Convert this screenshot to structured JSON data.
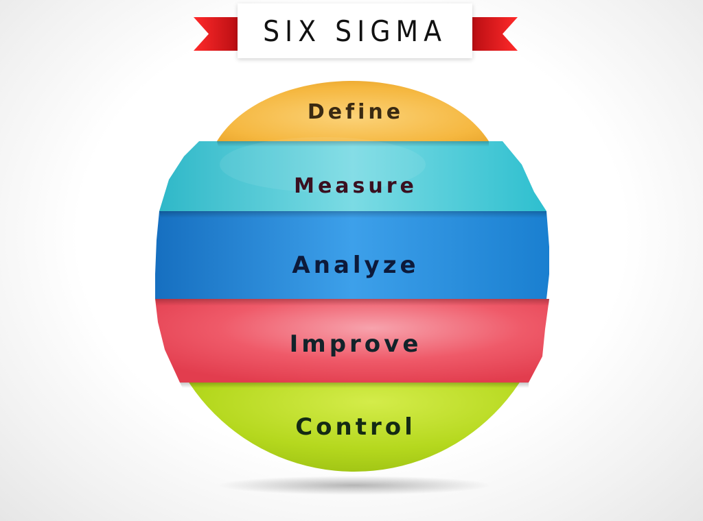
{
  "banner": {
    "title": "SIX SIGMA",
    "ribbon_color": "#e3171e"
  },
  "stages": [
    {
      "label": "Define",
      "color": "#f4b63f",
      "text_color": "#3a2a12"
    },
    {
      "label": "Measure",
      "color": "#3fc9d6",
      "text_color": "#3a1020"
    },
    {
      "label": "Analyze",
      "color": "#1d86d8",
      "text_color": "#0d1a3a"
    },
    {
      "label": "Improve",
      "color": "#ee4f5f",
      "text_color": "#12232a"
    },
    {
      "label": "Control",
      "color": "#b5d81e",
      "text_color": "#142a14"
    }
  ]
}
